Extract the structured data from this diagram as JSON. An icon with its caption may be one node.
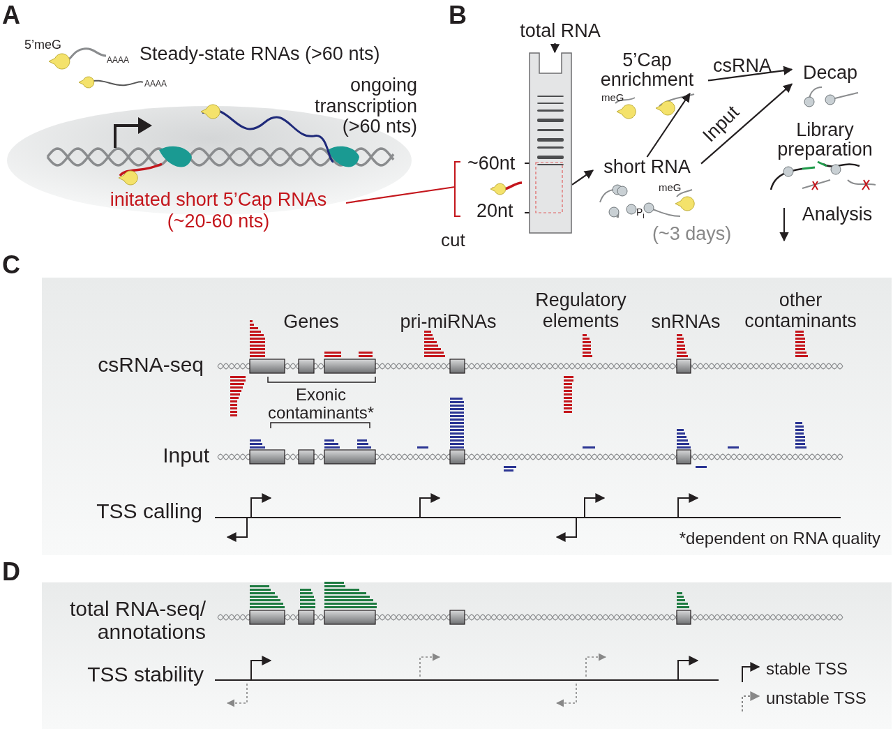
{
  "diagram": {
    "nodes": [
      {
        "text": [
          "total RNA"
        ]
      },
      {
        "text": [],
        "shape": "picture",
        "beside": [
          "~60nt",
          "20nt"
        ]
      },
      {
        "text": [
          "5’Cap enrichment"
        ]
      },
      {
        "text": [
          "Decap"
        ]
      },
      {
        "text": [
          "short RNA"
        ]
      },
      {
        "text": [
          "Library preparation"
        ]
      },
      {
        "text": [
          "Analysis"
        ]
      },
      {
        "text": [
          "initated short 5’Cap RNAs (~20-60 nts)"
        ]
      }
    ],
    "edges": [
      {
        "from": 0,
        "to": 1,
        "arrow": "to"
      },
      {
        "from": 1,
        "to": 4,
        "arrow": "to"
      },
      {
        "from": 4,
        "to": 2,
        "arrow": "to"
      },
      {
        "from": 2,
        "to": 3,
        "arrow": "to",
        "label": "csRNA"
      },
      {
        "from": 4,
        "to": 3,
        "arrow": "to",
        "label": "Input"
      },
      {
        "from": 5,
        "to": 6,
        "arrow": "to"
      },
      {
        "from": 7,
        "to": null,
        "arrow": "none",
        "color": "#c4161c"
      }
    ],
    "labels": [
      "A",
      "B",
      "C",
      "D",
      "5’meG",
      "AAAA",
      "AAAA",
      "Steady-state RNAs (>60 nts)",
      "ongoing transcription (>60 nts)",
      "cut",
      "meG",
      "meG",
      "P$_{i}$",
      "(~3 days)",
      "Genes",
      "pri-miRNAs",
      "Regulatory elements",
      "snRNAs",
      "other contaminants",
      "csRNA-seq",
      "Exonic contaminants*",
      "Input",
      "TSS calling",
      "*dependent on RNA quality",
      "total RNA-seq/ annotations",
      "TSS stability"
    ],
    "legend": [
      {
        "text": "stable TSS"
      },
      {
        "text": "unstable TSS"
      }
    ]
  }
}
